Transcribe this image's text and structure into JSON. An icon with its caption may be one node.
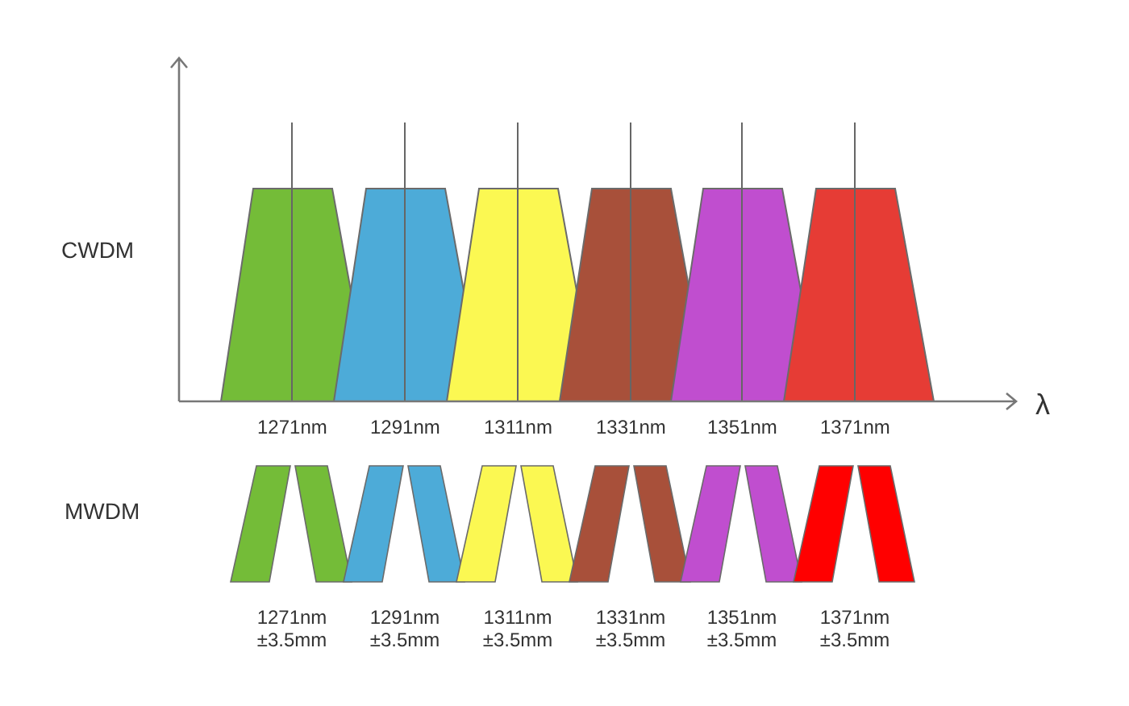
{
  "diagram": {
    "labels": [
      "CWDM",
      "1271nm",
      "1291nm",
      "1311nm",
      "1331nm",
      "1351nm",
      "1371nm",
      "λ",
      "MWDM",
      "1271nm ±3.5mm",
      "1291nm ±3.5mm",
      "1311nm ±3.5mm",
      "1331nm ±3.5mm",
      "1351nm ±3.5mm",
      "1371nm ±3.5mm"
    ]
  }
}
